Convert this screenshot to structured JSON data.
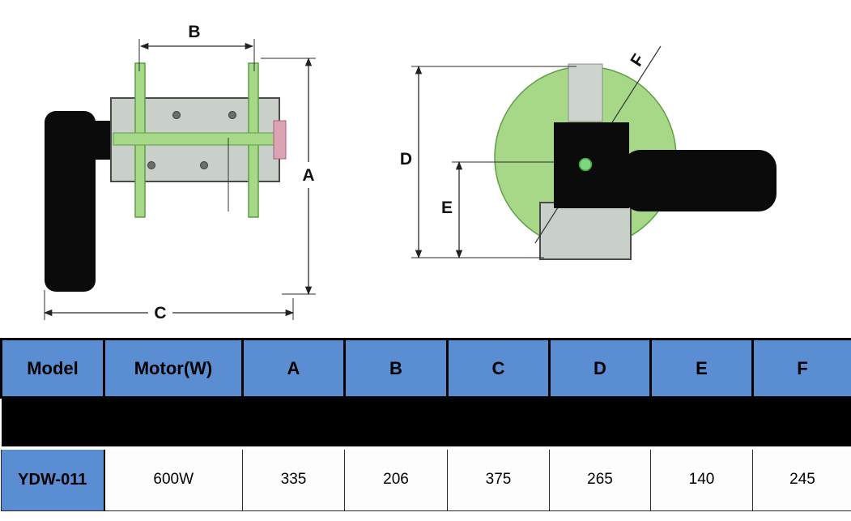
{
  "diagram": {
    "labels": {
      "a": "A",
      "b": "B",
      "c": "C",
      "d": "D",
      "e": "E",
      "f": "F"
    },
    "colors": {
      "green": "#a6d888",
      "hub_green": "#7dd87d",
      "gray": "#c9cfc9",
      "slot_gray": "#cdd3cd",
      "pink": "#dba3b3",
      "ink": "#0b0b0b"
    }
  },
  "table": {
    "header_bg": "#5b8dd2",
    "headers": [
      "Model",
      "Motor(W)",
      "A",
      "B",
      "C",
      "D",
      "E",
      "F"
    ],
    "rows": [
      [
        "YDW-011",
        "600W",
        "335",
        "206",
        "375",
        "265",
        "140",
        "245"
      ]
    ]
  }
}
